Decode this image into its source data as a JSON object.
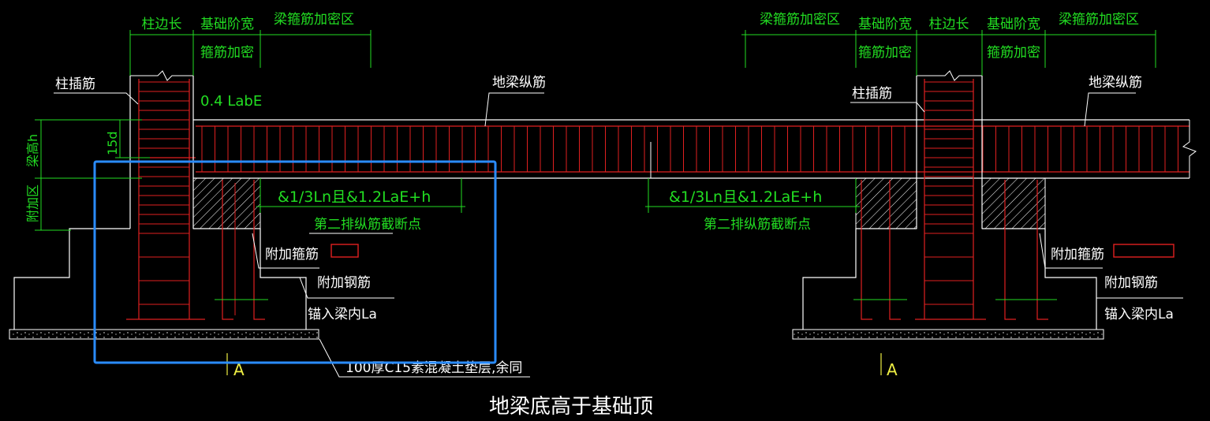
{
  "title": "地梁底高于基础顶",
  "left": {
    "dims": {
      "col_side": "柱边长",
      "found_step": "基础阶宽",
      "stirrup_dense": "箍筋加密",
      "beam_dense": "梁箍筋加密区"
    },
    "labels": {
      "col_dowel": "柱插筋",
      "anchor_04": "0.4 LabE",
      "ground_long": "地梁纵筋",
      "d15": "15d",
      "beam_h": "梁高h",
      "add_zone": "附加区",
      "cut_dim": "&1/3Ln且&1.2LaE+h",
      "second_cut": "第二排纵筋截断点",
      "extra_stirrup": "附加箍筋",
      "extra_bar": "附加钢筋",
      "anchor_la": "锚入梁内La",
      "cushion": "100厚C15素混凝土垫层,余同",
      "section": "A"
    }
  },
  "middle": {
    "cut_dim": "&1/3Ln且&1.2LaE+h",
    "second_cut": "第二排纵筋截断点"
  },
  "right": {
    "dims": {
      "beam_dense_l": "梁箍筋加密区",
      "found_step_l": "基础阶宽",
      "stirrup_dense_l": "箍筋加密",
      "col_side": "柱边长",
      "found_step_r": "基础阶宽",
      "stirrup_dense_r": "箍筋加密",
      "beam_dense_r": "梁箍筋加密区"
    },
    "labels": {
      "col_dowel": "柱插筋",
      "ground_long": "地梁纵筋",
      "extra_stirrup": "附加箍筋",
      "extra_bar": "附加钢筋",
      "anchor_la": "锚入梁内La",
      "section": "A"
    }
  },
  "colors": {
    "background": "#000000",
    "rebar": "#e02020",
    "dimension": "#22dd22",
    "outline": "#ffffff",
    "highlight": "#2a8cff",
    "section_mark": "#eeee44"
  }
}
